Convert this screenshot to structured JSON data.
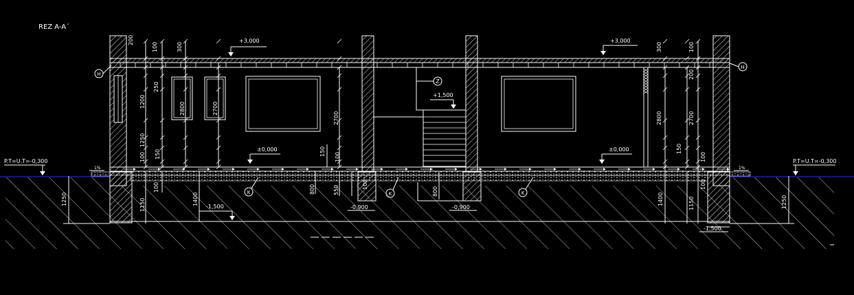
{
  "drawing": {
    "title": "REZ A-A´",
    "colors": {
      "background": "#000000",
      "line": "#ffffff",
      "accent": "#2b2bff"
    }
  },
  "levels": {
    "roof_left": "+3,000",
    "roof_right": "+3,000",
    "floor_left": "±0,000",
    "floor_right": "±0,000",
    "stair_landing": "+1,500",
    "terrain_left": "P.T=U.T=-0,300",
    "terrain_right": "P.T=U.T=-0,300",
    "found_left": "-1,500",
    "found_right": "-1,500",
    "found_mid_1": "-0,900",
    "found_mid_2": "-0,900"
  },
  "slopes": {
    "left": "1%",
    "right": "1%"
  },
  "markers": {
    "left": "H",
    "right": "H",
    "stair": "Z",
    "floor_1": "K",
    "floor_2": "K",
    "floor_3": "K"
  },
  "dims": {
    "d200_top_left": "200",
    "d100_top_left": "100",
    "d300_top_left": "300",
    "d250_left": "250",
    "d1200_left": "1200",
    "d1250_left": "1250",
    "d100_left": "100",
    "d150_left": "150",
    "d2800_left": "2800",
    "d2700_left": "2700",
    "d2700_mid": "2700",
    "d150_mid": "150",
    "d100_mid": "100",
    "d100_below_left": "100",
    "d1150_left": "1150",
    "d1400_left": "1400",
    "d1250_ext_left": "1250",
    "d800_mid": "800",
    "d550_mid": "550",
    "d100_mid_found": "100",
    "d800_stair": "800",
    "d300_top_right": "300",
    "d100_top_right": "100",
    "d200_right": "200",
    "d2800_right": "2800",
    "d2700_right": "2700",
    "d150_right": "150",
    "d100_right": "100",
    "d1400_right": "1400",
    "d1150_right": "1150",
    "d100_right_found": "100",
    "d1250_ext_right": "1250"
  }
}
